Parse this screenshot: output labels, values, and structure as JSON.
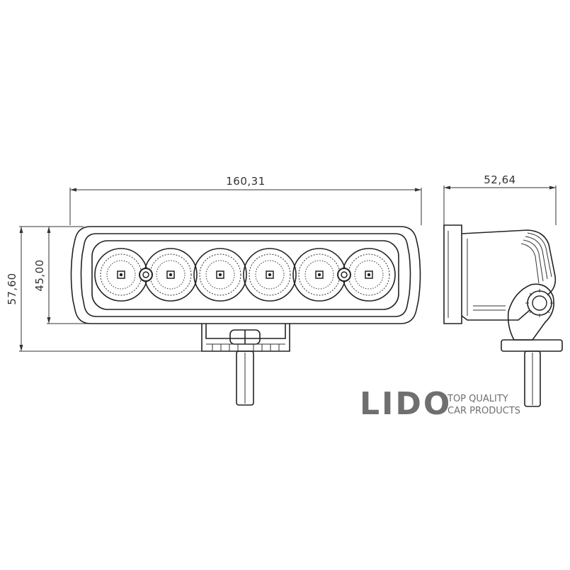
{
  "dimensions": {
    "front_width": "160,31",
    "side_depth": "52,64",
    "total_height": "57,60",
    "housing_height": "45,00"
  },
  "brand": {
    "name": "LIDO",
    "tagline_line1": "TOP QUALITY",
    "tagline_line2": "CAR PRODUCTS"
  },
  "led_count": 6,
  "colors": {
    "line": "#222222",
    "logo": "#6f6f6f"
  }
}
